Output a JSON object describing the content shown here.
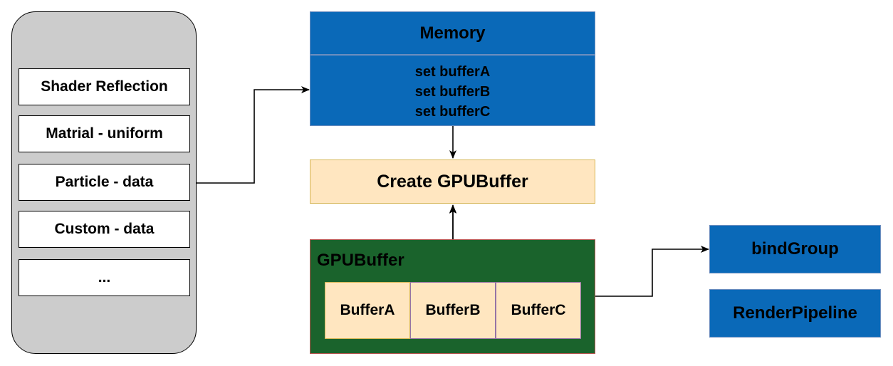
{
  "left_panel": {
    "items": [
      "Shader Reflection",
      "Matrial - uniform",
      "Particle - data",
      "Custom - data",
      "..."
    ]
  },
  "memory": {
    "title": "Memory",
    "lines": [
      "set bufferA",
      "set bufferB",
      "set bufferC"
    ]
  },
  "create_buffer": {
    "label": "Create GPUBuffer"
  },
  "gpubuffer": {
    "title": "GPUBuffer",
    "buffers": [
      "BufferA",
      "BufferB",
      "BufferC"
    ]
  },
  "right": {
    "bind_group": "bindGroup",
    "render_pipeline": "RenderPipeline"
  },
  "colors": {
    "blue": "#0a69b8",
    "cream": "#ffe6c0",
    "green": "#1a632c",
    "gray": "#cccccc"
  }
}
